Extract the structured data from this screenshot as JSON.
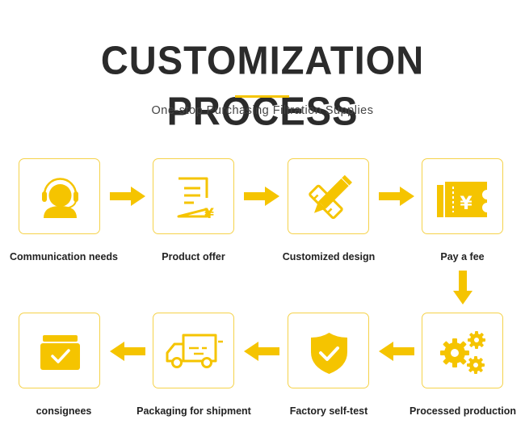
{
  "header": {
    "title": "CUSTOMIZATION PROCESS",
    "subtitle": "One-stop Purchasing Filtration Supplies"
  },
  "colors": {
    "accent": "#f5c400",
    "box_border": "#f5d24a",
    "text": "#222222"
  },
  "steps": [
    {
      "label": "Communication needs",
      "icon": "headset-person-icon"
    },
    {
      "label": "Product offer",
      "icon": "document-yen-icon"
    },
    {
      "label": "Customized design",
      "icon": "pencil-ruler-icon"
    },
    {
      "label": "Pay a fee",
      "icon": "yen-ticket-icon"
    },
    {
      "label": "Processed production",
      "icon": "gears-icon"
    },
    {
      "label": "Factory self-test",
      "icon": "shield-check-icon"
    },
    {
      "label": "Packaging for shipment",
      "icon": "delivery-truck-icon"
    },
    {
      "label": "consignees",
      "icon": "box-check-icon"
    }
  ]
}
